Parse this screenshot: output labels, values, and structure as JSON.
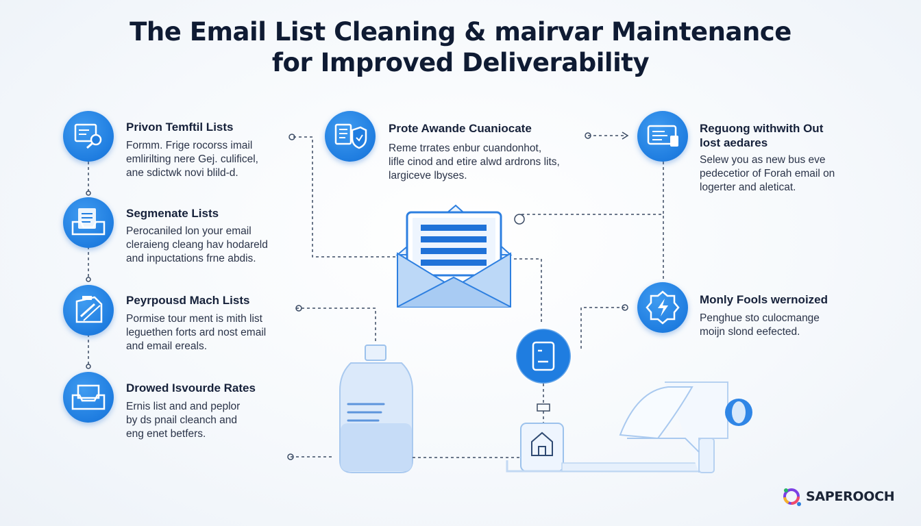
{
  "title": {
    "line1": "The Email List Cleaning & mairvar Maintenance",
    "line2": "for Improved Deliverability"
  },
  "left_items": [
    {
      "icon": "document-search-icon",
      "title": "Privon Temftil Lists",
      "desc": "Formm. Frige rocorss imail\nemlirilting nere Gej. culificel,\nane sdictwk novi blild-d."
    },
    {
      "icon": "inbox-documents-icon",
      "title": "Segmenate Lists",
      "desc": "Perocaniled lon your email\ncleraieng cleang hav hodareld\nand inpuctations frne abdis."
    },
    {
      "icon": "shield-check-icon",
      "title": "Peyrpousd Mach Lists",
      "desc": "Pormise tour ment is mith list\nleguethen forts ard nost email\nand email ereals."
    },
    {
      "icon": "envelope-tray-icon",
      "title": "Drowed Isvourde Rates",
      "desc": "Ernis list and and peplor\nby ds pnail cleanch and\neng enet betfers."
    }
  ],
  "center_item": {
    "icon": "documents-shield-icon",
    "title": "Prote Awande Cuaniocate",
    "desc": "Reme trrates enbur cuandonhot,\nlifle cinod and etire alwd ardrons lits,\nlargiceve lbyses."
  },
  "right_items": [
    {
      "icon": "laptop-list-icon",
      "title": "Reguong withwith Out\nlost aedares",
      "desc": "Selew you as new bus eve\npedecetior of Forah email on\nlogerter and aleticat."
    },
    {
      "icon": "lightning-badge-icon",
      "title": "Monly Fools wernoized",
      "desc": "Penghue sto culocmange\nmoijn slond eefected."
    }
  ],
  "logo": {
    "text": "SAPEROOCH"
  },
  "colors": {
    "accent": "#1f7de0",
    "title": "#0f1b33",
    "line": "#3a4a63"
  }
}
